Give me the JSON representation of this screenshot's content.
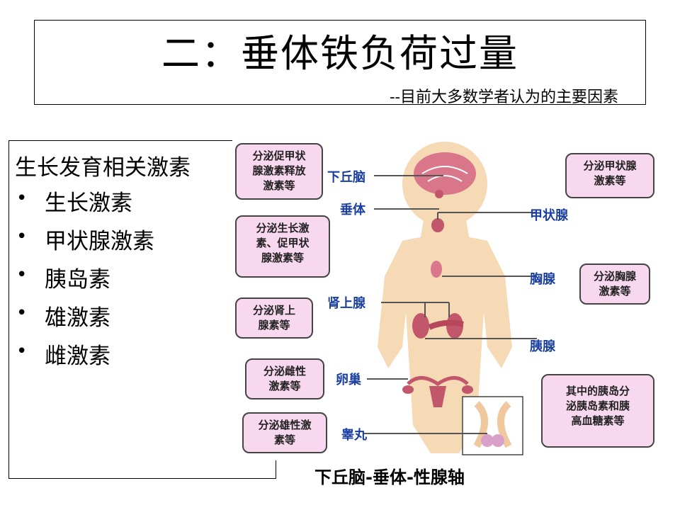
{
  "slide": {
    "title": "二：垂体铁负荷过量",
    "subtitle": "--目前大多数学者认为的主要因素"
  },
  "hormones": {
    "heading": "生长发育相关激素",
    "items": [
      "生长激素",
      "甲状腺激素",
      "胰岛素",
      "雄激素",
      "雌激素"
    ],
    "bullet": "•"
  },
  "figure": {
    "caption": "下丘脑-垂体-性腺轴",
    "organs": {
      "hypothalamus": "下丘脑",
      "pituitary": "垂体",
      "adrenal": "肾上腺",
      "ovary": "卵巢",
      "testis": "睾丸",
      "thyroid": "甲状腺",
      "thymus": "胸腺",
      "pancreas": "胰腺"
    },
    "callouts": {
      "hypothalamus": "分泌促甲状\n腺激素释放\n激素等",
      "pituitary": "分泌生长激\n素、促甲状\n腺激素等",
      "adrenal": "分泌肾上\n腺素等",
      "ovary": "分泌雌性\n激素等",
      "testis": "分泌雄性激\n素等",
      "thyroid": "分泌甲状腺\n激素等",
      "thymus": "分泌胸腺\n激素等",
      "pancreas": "其中的胰岛分\n泌胰岛素和胰\n高血糖素等"
    },
    "colors": {
      "callout_fill": "#f8d8ee",
      "label_blue": "#1a3fa0",
      "skin": "#f6d9b5",
      "organ": "#c2566a"
    }
  }
}
